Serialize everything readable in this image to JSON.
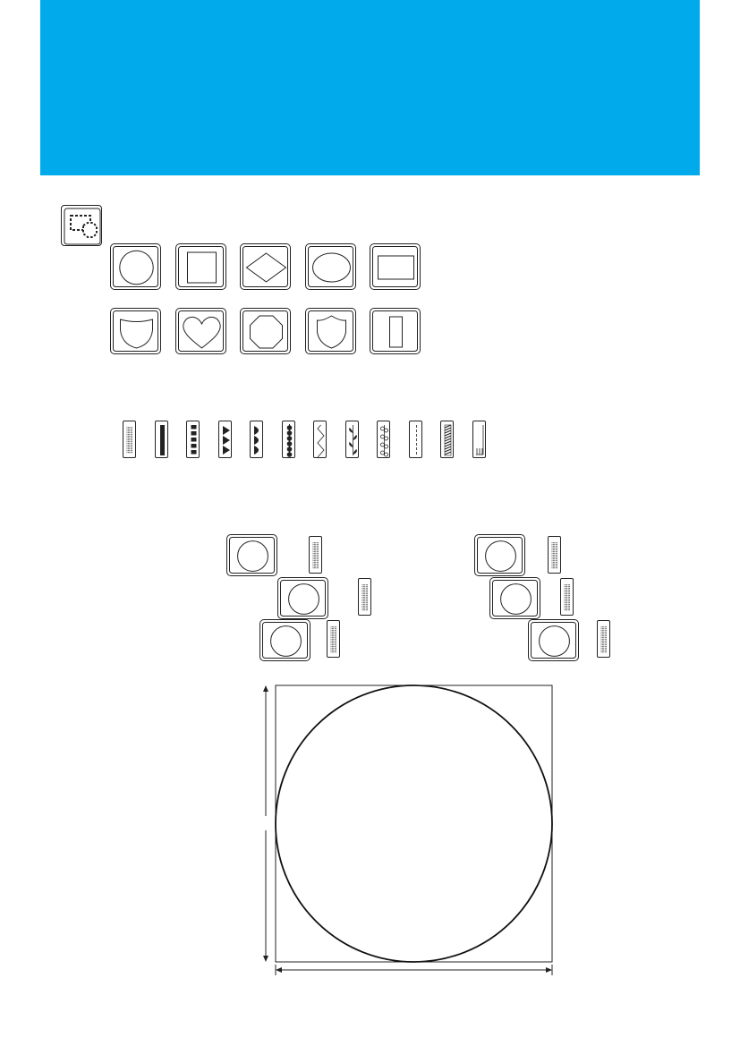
{
  "colors": {
    "banner": "#00AAEB",
    "line": "#222222",
    "paper": "#ffffff"
  },
  "mode_icon": "frame-pattern-mode-icon",
  "shapes": [
    "circle-shape-icon",
    "square-shape-icon",
    "diamond-shape-icon",
    "oval-shape-icon",
    "rectangle-shape-icon",
    "shield-shape-icon",
    "heart-shape-icon",
    "octagon-shape-icon",
    "crest-shape-icon",
    "tall-rectangle-shape-icon"
  ],
  "stitches": [
    "satin-stitch-icon",
    "thick-line-stitch-icon",
    "dashed-stitch-icon",
    "triangle-stitch-icon",
    "scallop-stitch-icon",
    "dot-chain-stitch-icon",
    "zigzag-stitch-icon",
    "leaf-stitch-icon",
    "loop-stitch-icon",
    "running-stitch-icon",
    "rope-stitch-icon",
    "comb-stitch-icon"
  ],
  "combination_icons": [
    "circle-shape-icon",
    "satin-stitch-icon"
  ],
  "diagram": {
    "shape": "circle",
    "dimensions": [
      "height",
      "width"
    ]
  }
}
